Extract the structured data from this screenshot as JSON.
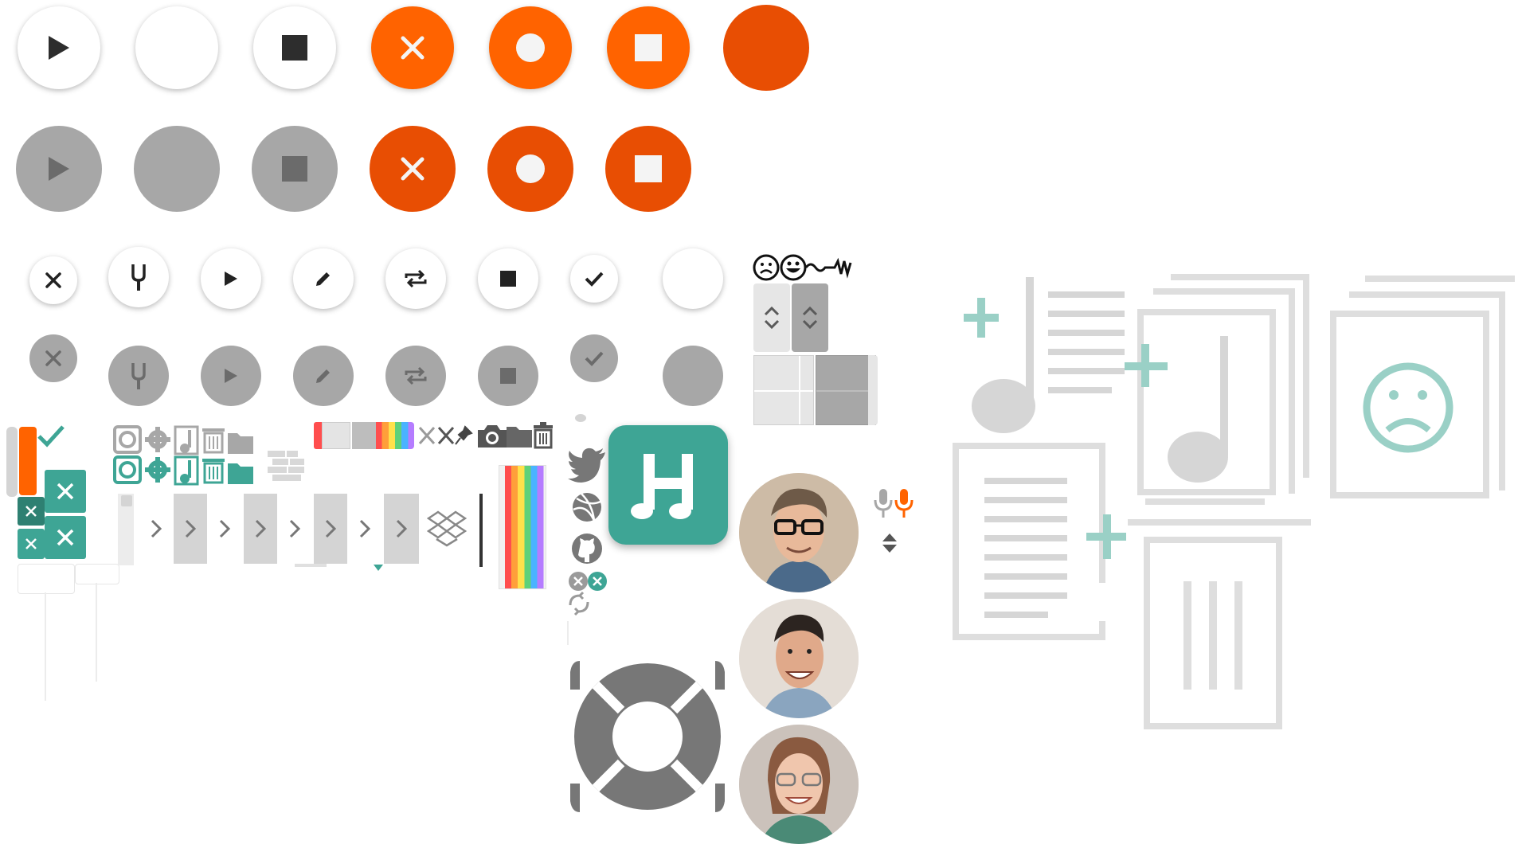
{
  "sprite_sheet": {
    "description_visible_text": "",
    "colors": {
      "orange": "#ff6300",
      "orange_dark": "#e84e03",
      "teal": "#3ea595",
      "teal_dark": "#2e8072",
      "gray": "#a7a7a7",
      "gray_dark": "#6b6b6b",
      "light_gray": "#d4d4d4",
      "icon_dark": "#2d2d2d",
      "rainbow": [
        "#ff4e4e",
        "#ff9f3a",
        "#ffe14b",
        "#5fd17a",
        "#4ab3ff",
        "#b57cff"
      ]
    },
    "rows": {
      "large_white_row": [
        "play-icon",
        "blank",
        "stop-icon"
      ],
      "large_orange_row": [
        "close-icon",
        "record-icon",
        "stop-icon",
        "blank"
      ],
      "large_gray_row": [
        "play-icon",
        "blank",
        "stop-icon"
      ],
      "large_orange_dark_row": [
        "close-icon",
        "record-icon",
        "stop-icon"
      ],
      "small_white_row": [
        "close-icon",
        "tuning-fork-icon",
        "play-icon",
        "pencil-icon",
        "repeat-icon",
        "stop-icon",
        "check-icon",
        "blank"
      ],
      "small_gray_row": [
        "close-icon",
        "tuning-fork-icon",
        "play-icon",
        "pencil-icon",
        "repeat-icon",
        "stop-icon",
        "check-icon",
        "blank"
      ]
    },
    "emoji_strip": [
      "sad-face-icon",
      "happy-face-icon",
      "squiggle-icon"
    ],
    "social_icons": [
      "twitter-icon",
      "dribbble-icon",
      "github-icon"
    ],
    "app_logo_letter": "H",
    "avatars": [
      "avatar-1",
      "avatar-2",
      "avatar-3"
    ],
    "large_illustrations": [
      "add-song-icon",
      "add-lyrics-icon",
      "add-song-page-icon",
      "sad-page-icon",
      "add-text-page-icon",
      "bars-page-icon"
    ]
  }
}
